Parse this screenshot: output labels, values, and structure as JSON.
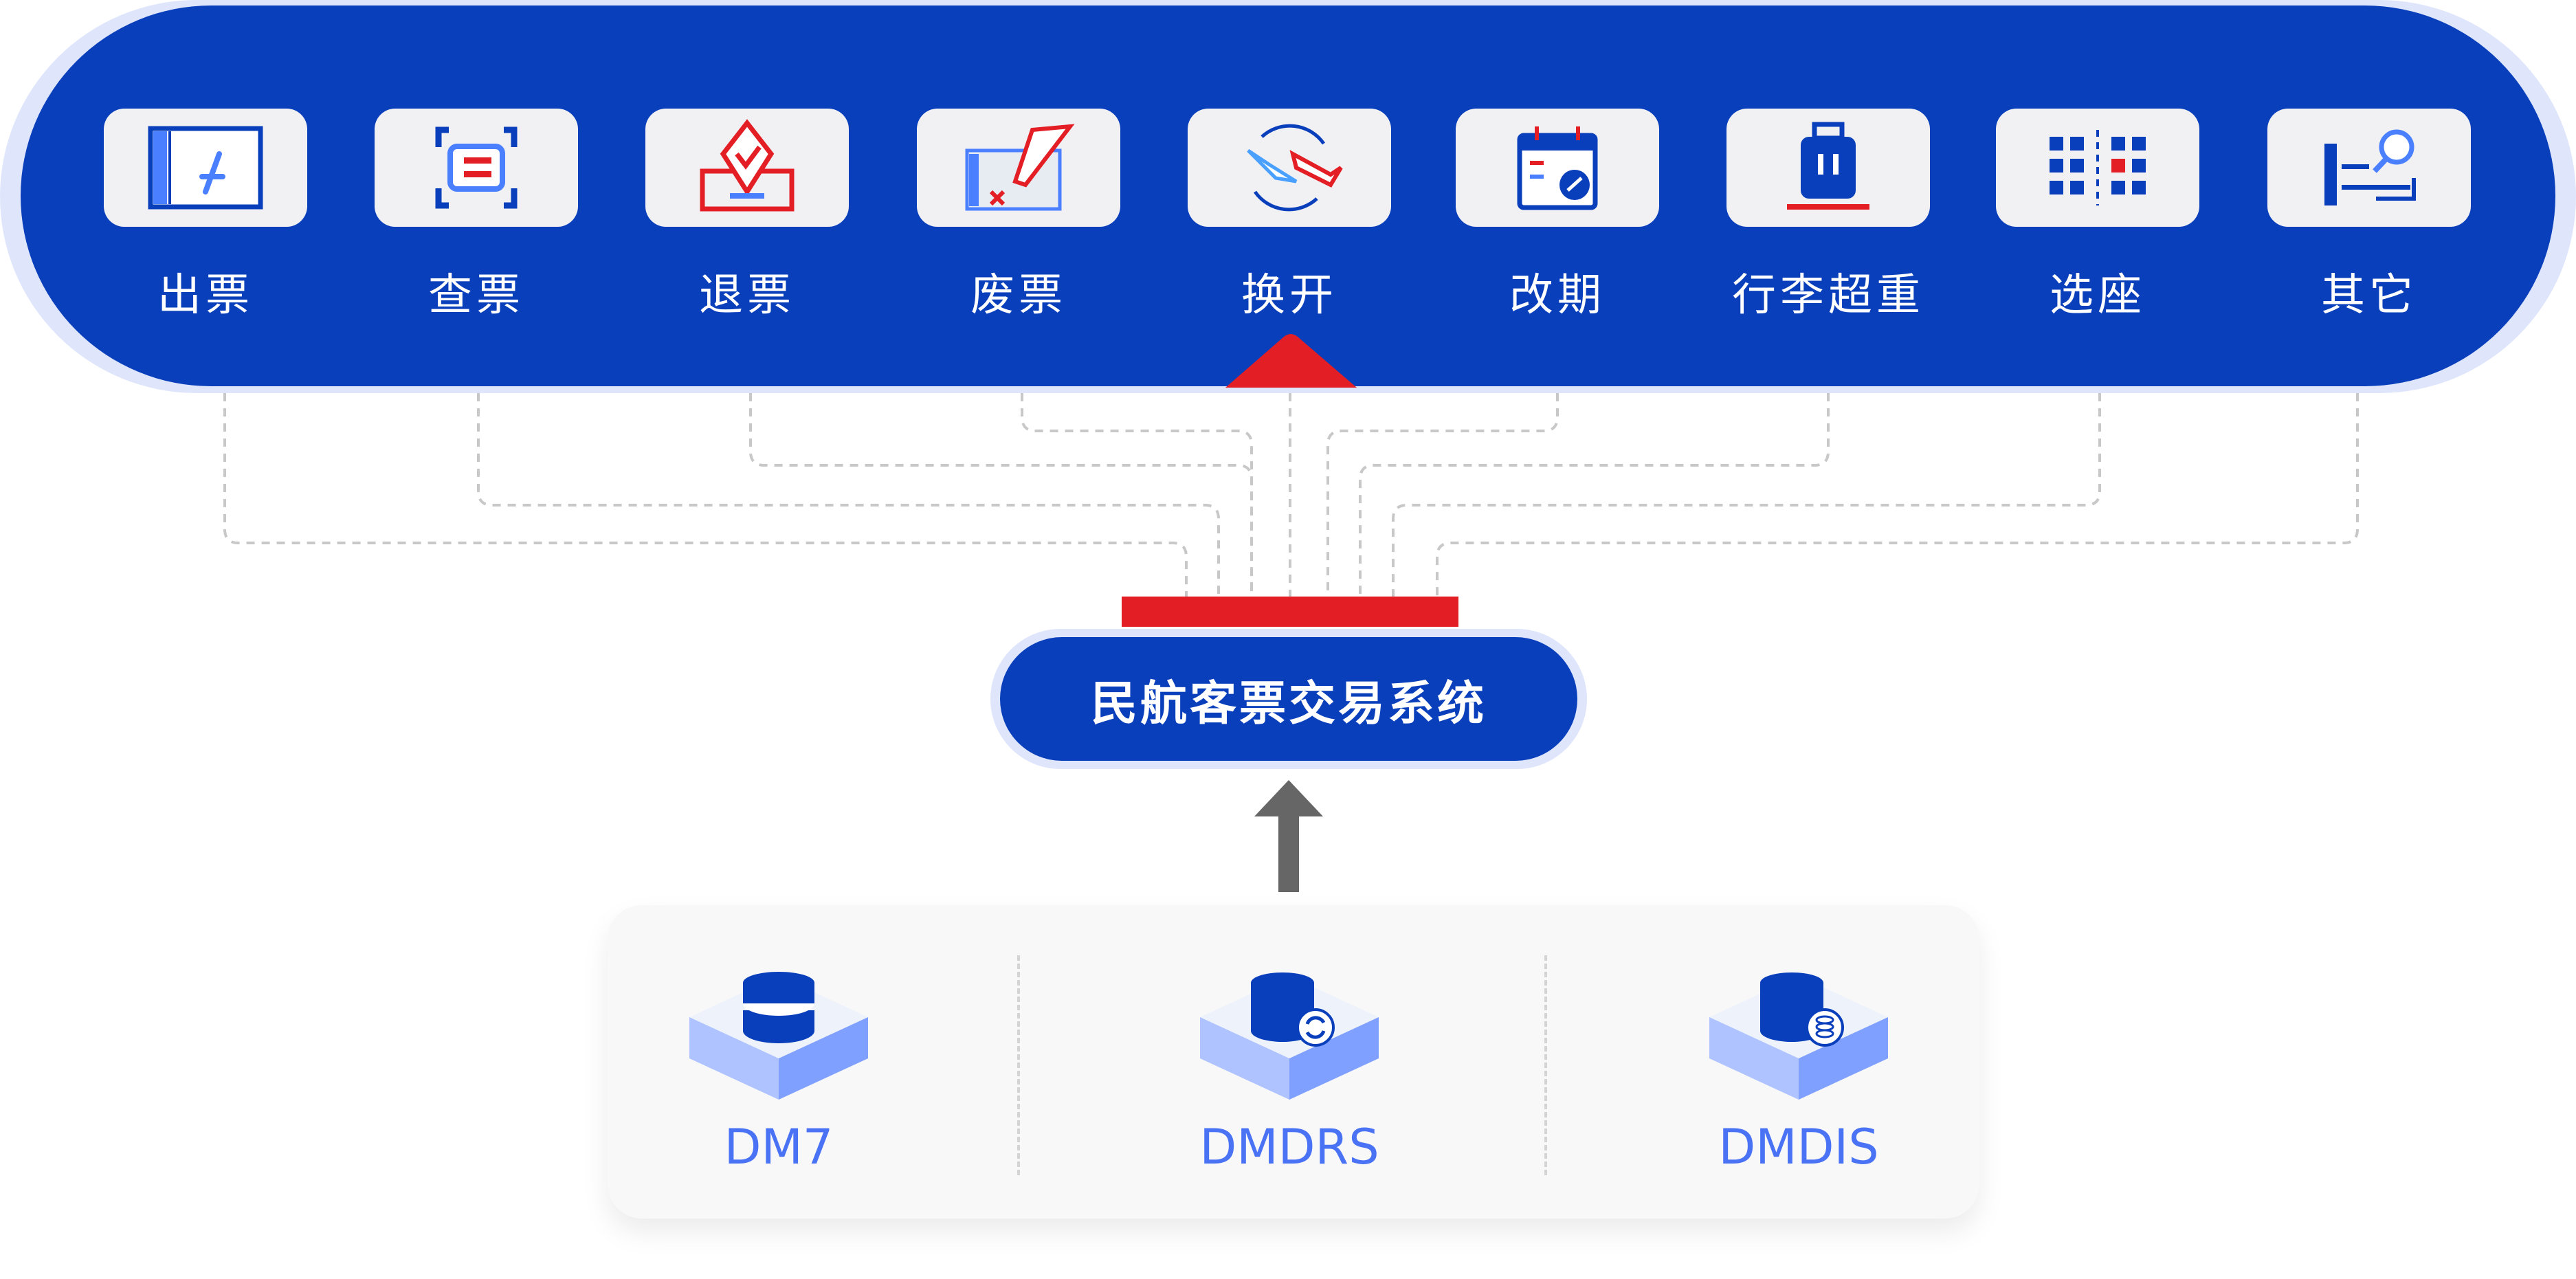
{
  "services": [
    {
      "label": "出票",
      "icon": "ticket-issue-icon"
    },
    {
      "label": "查票",
      "icon": "ticket-scan-icon"
    },
    {
      "label": "退票",
      "icon": "ticket-refund-icon"
    },
    {
      "label": "废票",
      "icon": "ticket-void-icon"
    },
    {
      "label": "换开",
      "icon": "ticket-exchange-icon"
    },
    {
      "label": "改期",
      "icon": "reschedule-calendar-icon"
    },
    {
      "label": "行李超重",
      "icon": "luggage-icon"
    },
    {
      "label": "选座",
      "icon": "seat-selection-icon"
    },
    {
      "label": "其它",
      "icon": "other-search-icon"
    }
  ],
  "system": {
    "label": "民航客票交易系统"
  },
  "databases": [
    {
      "label": "DM7",
      "icon": "database-icon"
    },
    {
      "label": "DMDRS",
      "icon": "database-sync-icon"
    },
    {
      "label": "DMDIS",
      "icon": "database-distribution-icon"
    }
  ],
  "colors": {
    "primary": "#0a3fbb",
    "accent": "#e31e24",
    "light": "#dfe6fc",
    "db_label": "#4a72f5"
  }
}
